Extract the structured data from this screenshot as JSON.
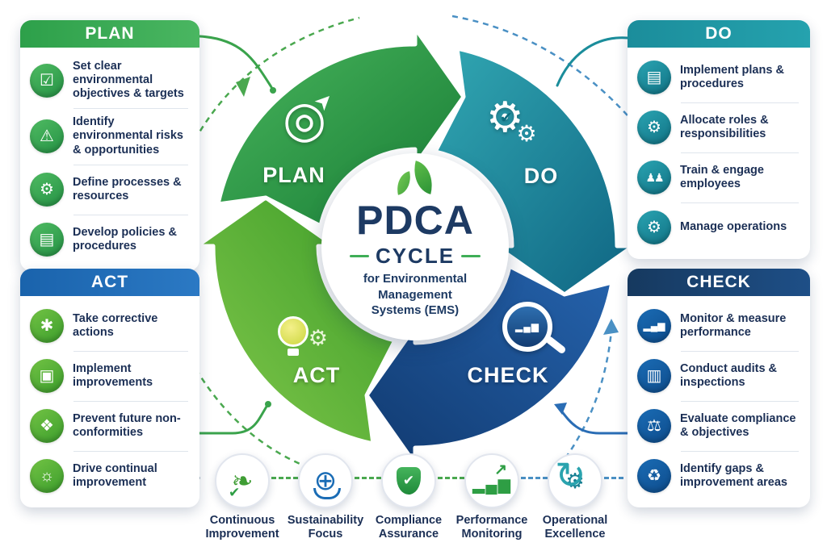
{
  "center": {
    "title": "PDCA",
    "subtitle": "CYCLE",
    "line1": "for Environmental",
    "line2": "Management",
    "line3": "Systems (EMS)"
  },
  "ring": {
    "plan_label": "PLAN",
    "do_label": "DO",
    "check_label": "CHECK",
    "act_label": "ACT"
  },
  "panels": {
    "plan": {
      "title": "PLAN",
      "items": [
        {
          "icon": "checklist-icon",
          "text": "Set clear environmental objectives & targets"
        },
        {
          "icon": "warning-triangle-icon",
          "text": "Identify environmental risks & opportunities"
        },
        {
          "icon": "gear-icon",
          "text": "Define processes & resources"
        },
        {
          "icon": "document-icon",
          "text": "Develop policies & procedures"
        }
      ]
    },
    "do": {
      "title": "DO",
      "items": [
        {
          "icon": "clipboard-icon",
          "text": "Implement plans & procedures"
        },
        {
          "icon": "gears-icon",
          "text": "Allocate roles & responsibilities"
        },
        {
          "icon": "team-icon",
          "text": "Train & engage employees"
        },
        {
          "icon": "gear-icon",
          "text": "Manage operations"
        }
      ]
    },
    "act": {
      "title": "ACT",
      "items": [
        {
          "icon": "bug-icon",
          "text": "Take corrective actions"
        },
        {
          "icon": "improvement-icon",
          "text": "Implement improvements"
        },
        {
          "icon": "route-icon",
          "text": "Prevent future non-conformities"
        },
        {
          "icon": "bulb-icon",
          "text": "Drive continual improvement"
        }
      ]
    },
    "check": {
      "title": "CHECK",
      "items": [
        {
          "icon": "monitor-icon",
          "text": "Monitor & measure performance"
        },
        {
          "icon": "audit-docs-icon",
          "text": "Conduct audits & inspections"
        },
        {
          "icon": "compliance-scales-icon",
          "text": "Evaluate compliance & objectives"
        },
        {
          "icon": "gaps-recycle-icon",
          "text": "Identify gaps & improvement areas"
        }
      ]
    }
  },
  "footer": {
    "badges": [
      {
        "icon": "leaf-check-icon",
        "label": "Continuous Improvement"
      },
      {
        "icon": "globe-hand-icon",
        "label": "Sustainability Focus"
      },
      {
        "icon": "shield-check-icon",
        "label": "Compliance Assurance"
      },
      {
        "icon": "chart-growth-icon",
        "label": "Performance Monitoring"
      },
      {
        "icon": "gear-sync-icon",
        "label": "Operational Excellence"
      }
    ]
  },
  "icons": {
    "checklist": "☑",
    "warning": "⚠",
    "gear": "⚙",
    "document": "▤",
    "clipboard": "▤",
    "gears": "⚙",
    "team": "♟♟",
    "bug": "✱",
    "image": "▣",
    "route": "❖",
    "bulb": "☼",
    "monitor": "▂▄▆",
    "docs": "▥",
    "scales": "⚖",
    "recycle": "♻",
    "target": "◎",
    "dart": "➤",
    "check": "✔",
    "leaf": "❧",
    "globe": "⊕",
    "chart_bars": "▂▄▆",
    "arrow_up": "↗",
    "sync": "↻"
  },
  "colors": {
    "plan_header_green": "#2da04a",
    "do_header_teal": "#1b8d9b",
    "act_header_blue": "#1a63ac",
    "check_header_navy": "#16395f",
    "ring_plan_green": "#2e9643",
    "ring_do_teal": "#1b7f95",
    "ring_check_blue": "#1b4c8c",
    "ring_act_green": "#57b236",
    "text_navy": "#1b2f55"
  }
}
